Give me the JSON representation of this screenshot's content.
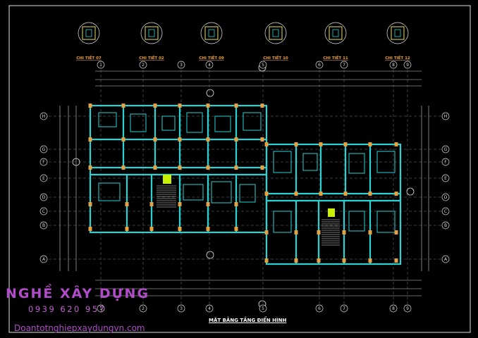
{
  "drawing": {
    "title": "MẶT BẰNG TẦNG ĐIỂN HÌNH",
    "detail_labels": [
      "CHI TIẾT 07",
      "CHI TIẾT 02",
      "CHI TIẾT 09",
      "CHI TIẾT 10",
      "CHI TIẾT 11",
      "CHI TIẾT 12"
    ],
    "grid_numbers": [
      "1",
      "2",
      "3",
      "4",
      "5",
      "6",
      "7",
      "8",
      "9"
    ],
    "grid_letters": [
      "H",
      "G",
      "F",
      "E",
      "D",
      "C",
      "B",
      "A"
    ],
    "colors": {
      "background": "#000000",
      "walls": "#29d3d3",
      "columns": "#e8a040",
      "dimensions": "#d8d8d8",
      "watermark": "#b04cc8",
      "highlight": "#c8f000"
    }
  },
  "watermark": {
    "brand": "NGHỀ XÂY DỰNG",
    "phone": "0939 620 957",
    "website": "Doantotnghiepxaydungvn.com"
  }
}
